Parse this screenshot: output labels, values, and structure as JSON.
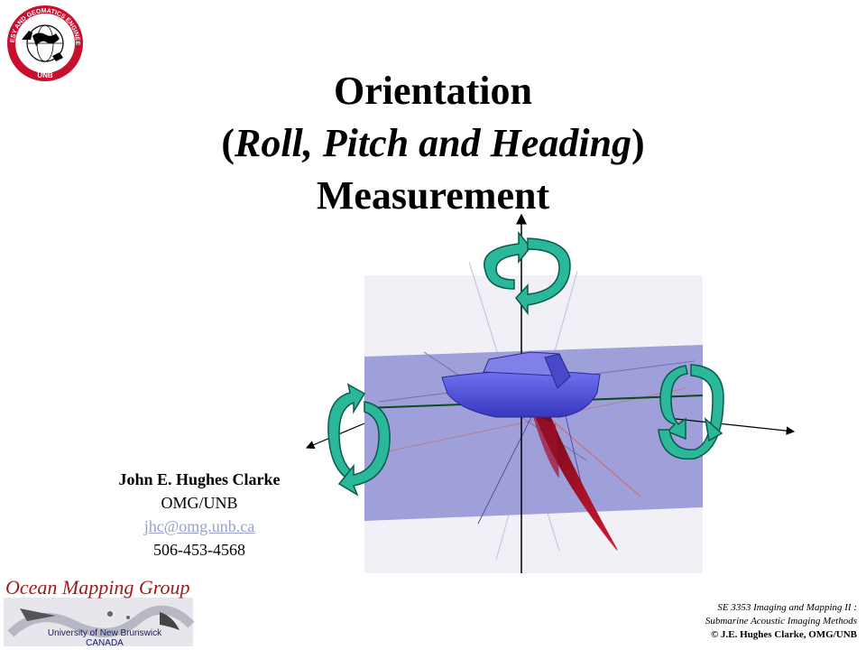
{
  "seal": {
    "text": "GEODESY AND GEOMATICS ENGINEERING",
    "bottom": "UNB"
  },
  "title": {
    "line1": "Orientation",
    "line2_open": "(",
    "line2_italic": "Roll, Pitch and Heading",
    "line2_close": ")",
    "line3": "Measurement"
  },
  "author": {
    "name": "John E. Hughes Clarke",
    "affiliation": "OMG/UNB",
    "email": "jhc@omg.unb.ca",
    "phone": "506-453-4568"
  },
  "omg_logo": {
    "title": "Ocean Mapping Group",
    "university": "University of New Brunswick",
    "country": "CANADA"
  },
  "course": {
    "line1": "SE 3353 Imaging and Mapping II :",
    "line2": "Submarine Acoustic Imaging Methods",
    "copyright": "© J.E. Hughes Clarke, OMG/UNB"
  },
  "colors": {
    "plane": "#9a9ad8",
    "hull": "#5a5ae0",
    "arrow": "#2ab79a",
    "beam": "#b01030"
  }
}
